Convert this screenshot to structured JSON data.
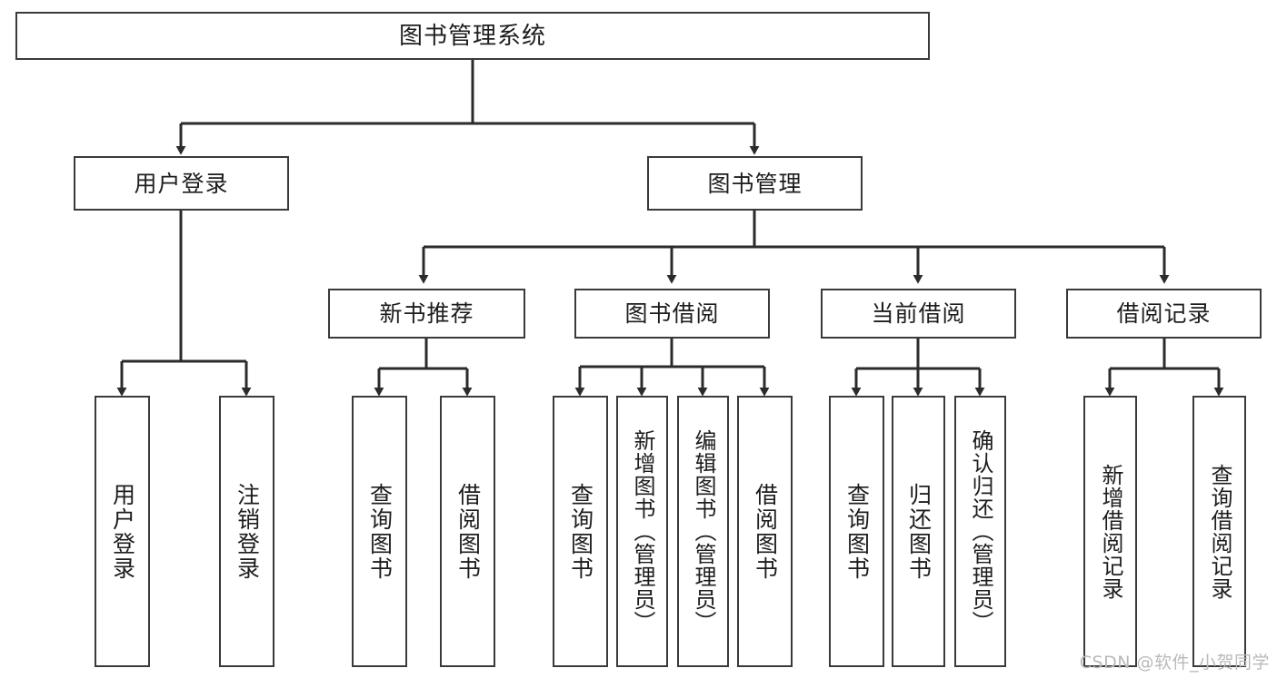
{
  "diagram": {
    "type": "tree",
    "title": "图书管理系统",
    "root": {
      "label": "图书管理系统"
    },
    "level2": [
      {
        "id": "user-login",
        "label": "用户登录"
      },
      {
        "id": "book-manage",
        "label": "图书管理"
      }
    ],
    "level3": [
      {
        "id": "new-book-recommend",
        "label": "新书推荐",
        "parent": "book-manage"
      },
      {
        "id": "book-borrow",
        "label": "图书借阅",
        "parent": "book-manage"
      },
      {
        "id": "current-borrow",
        "label": "当前借阅",
        "parent": "book-manage"
      },
      {
        "id": "borrow-record",
        "label": "借阅记录",
        "parent": "book-manage"
      }
    ],
    "leaves": [
      {
        "id": "leaf-user-login",
        "label": "用户登录",
        "parent": "user-login"
      },
      {
        "id": "leaf-logout",
        "label": "注销登录",
        "parent": "user-login"
      },
      {
        "id": "leaf-query-book-1",
        "label": "查询图书",
        "parent": "new-book-recommend"
      },
      {
        "id": "leaf-borrow-book-1",
        "label": "借阅图书",
        "parent": "new-book-recommend"
      },
      {
        "id": "leaf-query-book-2",
        "label": "查询图书",
        "parent": "book-borrow"
      },
      {
        "id": "leaf-add-book",
        "label": "新增图书（管理员）",
        "parent": "book-borrow"
      },
      {
        "id": "leaf-edit-book",
        "label": "编辑图书（管理员）",
        "parent": "book-borrow"
      },
      {
        "id": "leaf-borrow-book-2",
        "label": "借阅图书",
        "parent": "book-borrow"
      },
      {
        "id": "leaf-query-book-3",
        "label": "查询图书",
        "parent": "current-borrow"
      },
      {
        "id": "leaf-return-book",
        "label": "归还图书",
        "parent": "current-borrow"
      },
      {
        "id": "leaf-confirm-return",
        "label": "确认归还（管理员）",
        "parent": "current-borrow"
      },
      {
        "id": "leaf-add-record",
        "label": "新增借阅记录",
        "parent": "borrow-record"
      },
      {
        "id": "leaf-query-record",
        "label": "查询借阅记录",
        "parent": "borrow-record"
      }
    ],
    "colors": {
      "box_border": "#3a3a3a",
      "box_fill": "#ffffff",
      "connector": "#2b2b2b",
      "text": "#1d1d1d",
      "watermark": "#b9b9b9"
    }
  },
  "watermark": {
    "text": "CSDN @软件_小贺同学"
  }
}
